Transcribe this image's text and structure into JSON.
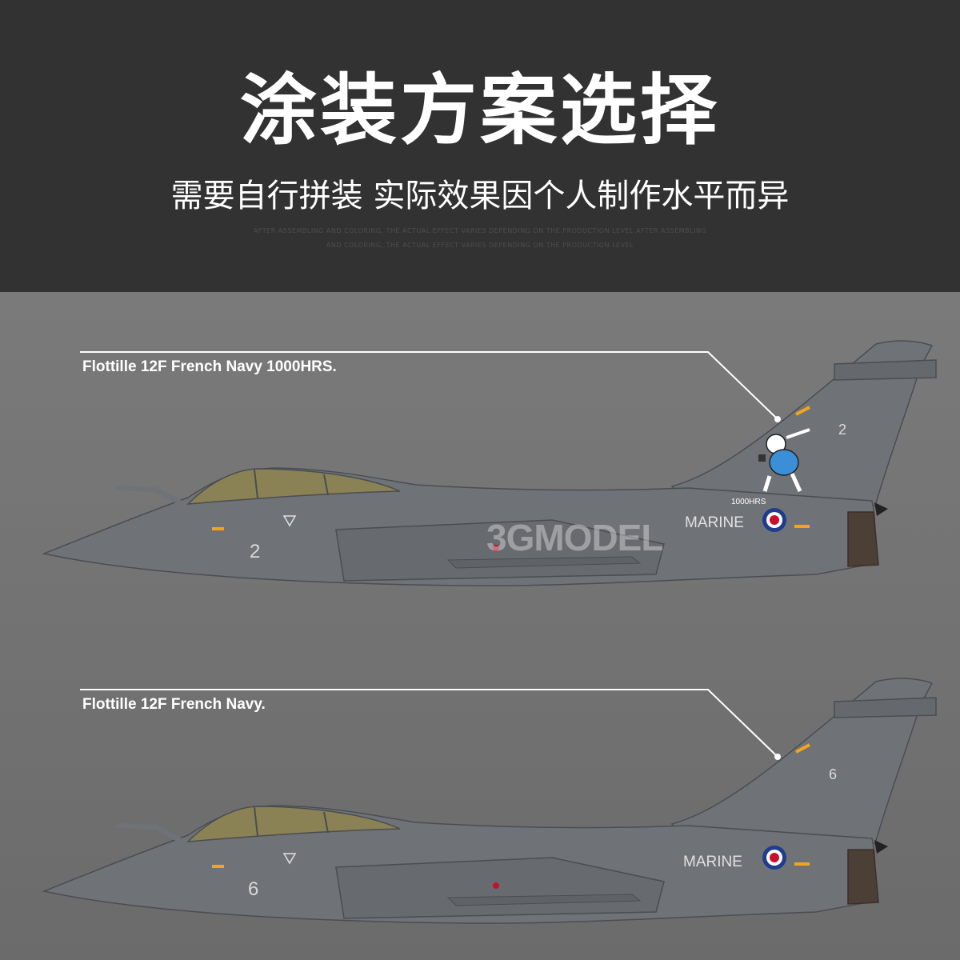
{
  "header": {
    "title": "涂装方案选择",
    "subtitle": "需要自行拼装 实际效果因个人制作水平而异",
    "fine_print_line1": "AFTER ASSEMBLING AND COLORING, THE ACTUAL EFFECT VARIES DEPENDING ON THE PRODUCTION LEVEL AFTER ASSEMBLING",
    "fine_print_line2": "AND COLORING, THE ACTUAL EFFECT VARIES DEPENDING ON THE PRODUCTION LEVEL"
  },
  "schemes": [
    {
      "label": "Flottille 12F French Navy 1000HRS.",
      "nose_number": "2",
      "tail_number": "2",
      "fuselage_text": "MARINE",
      "tail_badge": "1000HRS"
    },
    {
      "label": "Flottille 12F French Navy.",
      "nose_number": "6",
      "tail_number": "6",
      "fuselage_text": "MARINE"
    }
  ],
  "watermark": "3GMODEL",
  "colors": {
    "header_bg": "#323232",
    "body_bg": "#767676",
    "airframe": "#6f7378",
    "canopy": "#8a8155",
    "roundel_blue": "#1f3d8c",
    "roundel_red": "#c8102e",
    "accent_yellow": "#f2a51c"
  }
}
